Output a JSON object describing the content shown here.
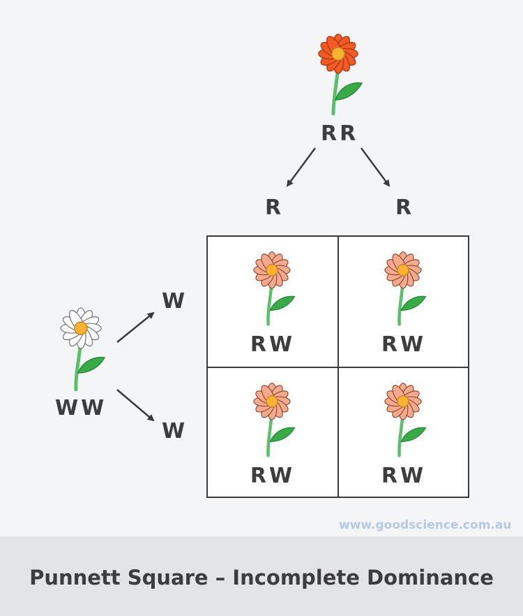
{
  "parents": {
    "top": {
      "genotype": "RR",
      "petal_color": "#f25a26"
    },
    "left": {
      "genotype": "WW",
      "petal_color": "#ffffff"
    }
  },
  "gametes": {
    "top": [
      "R",
      "R"
    ],
    "left": [
      "W",
      "W"
    ]
  },
  "offspring": {
    "petal_color": "#f5aa8e",
    "cells": [
      {
        "genotype": "RW"
      },
      {
        "genotype": "RW"
      },
      {
        "genotype": "RW"
      },
      {
        "genotype": "RW"
      }
    ]
  },
  "colors": {
    "stem": "#5cbd6c",
    "leaf": "#3aaa48",
    "center": "#f9b233",
    "text": "#3d3d3d"
  },
  "watermark": "www.goodscience.com.au",
  "footer_title": "Punnett Square – Incomplete Dominance"
}
